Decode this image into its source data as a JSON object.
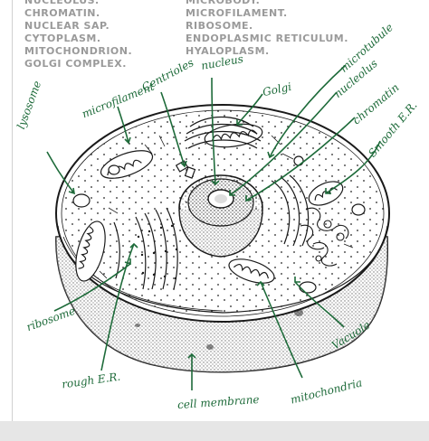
{
  "printed_terms": {
    "left": [
      "NUCLEOLUS.",
      "CHROMATIN.",
      "NUCLEAR SAP.",
      "CYTOPLASM.",
      "MITOCHONDRION.",
      "GOLGI COMPLEX."
    ],
    "right": [
      "MICROBODY.",
      "MICROFILAMENT.",
      "RIBOSOME.",
      "ENDOPLASMIC RETICULUM.",
      "HYALOPLASM."
    ]
  },
  "labels": {
    "lysosome": "lysosome",
    "microfilament": "microfilament",
    "centrioles": "Centrioles",
    "nucleus": "nucleus",
    "golgi": "Golgi",
    "microtubule": "microtubule",
    "nucleolus": "nucleolus",
    "chromatin": "chromatin",
    "smooth_er": "Smooth E.R.",
    "ribosome": "ribosome",
    "vacuole": "Vacuole",
    "mitochondria": "mitochondria",
    "rough_er": "rough E.R.",
    "cell_membrane": "cell membrane"
  },
  "colors": {
    "ink": "#1a1a1a",
    "annotation": "#1e6b3a",
    "printed_text": "#9a9a9a",
    "paper": "#ffffff"
  }
}
